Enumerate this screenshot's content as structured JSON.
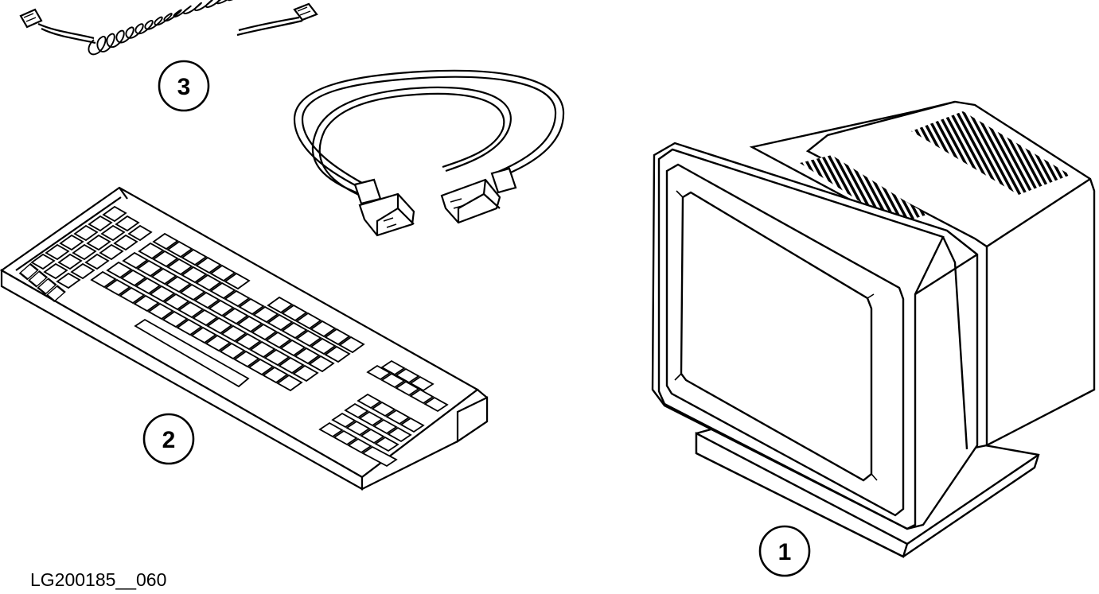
{
  "callouts": {
    "monitor": "1",
    "keyboard": "2",
    "coiled_cable": "3"
  },
  "figure_id": "LG200185__060",
  "colors": {
    "ink": "#000000",
    "paper": "#ffffff"
  }
}
